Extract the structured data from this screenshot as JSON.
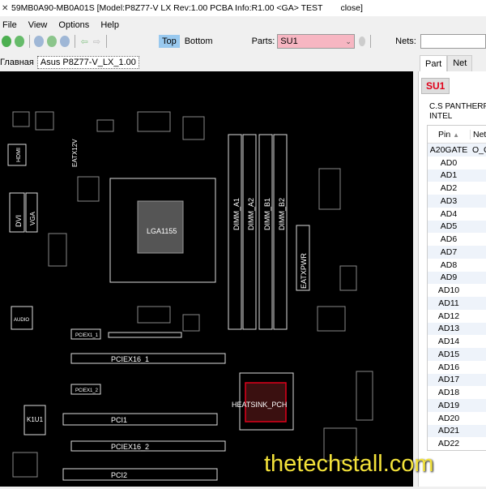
{
  "window": {
    "title": "59MB0A90-MB0A01S [Model:P8Z77-V LX Rev:1.00 PCBA Info:R1.00 <GA> TEST",
    "close_label": "close]"
  },
  "menu": [
    "File",
    "View",
    "Options",
    "Help"
  ],
  "toolbar": {
    "top_label": "Top",
    "bottom_label": "Bottom",
    "parts_label": "Parts:",
    "parts_value": "SU1",
    "nets_label": "Nets:",
    "nets_value": ""
  },
  "doc_tabs": {
    "home": "Главная",
    "board": "Asus P8Z77-V_LX_1.00"
  },
  "panel": {
    "tabs": [
      "Part",
      "Net"
    ],
    "part_name": "SU1",
    "desc_line1": "C.S PANTHERPOINT",
    "desc_line2": "INTEL",
    "col_pin": "Pin",
    "col_net": "Net",
    "sort_icon": "sort-ascending",
    "rows": [
      {
        "pin": "A20GATE",
        "net": "O_G"
      },
      {
        "pin": "AD0",
        "net": ""
      },
      {
        "pin": "AD1",
        "net": ""
      },
      {
        "pin": "AD2",
        "net": ""
      },
      {
        "pin": "AD3",
        "net": ""
      },
      {
        "pin": "AD4",
        "net": ""
      },
      {
        "pin": "AD5",
        "net": ""
      },
      {
        "pin": "AD6",
        "net": ""
      },
      {
        "pin": "AD7",
        "net": ""
      },
      {
        "pin": "AD8",
        "net": ""
      },
      {
        "pin": "AD9",
        "net": ""
      },
      {
        "pin": "AD10",
        "net": ""
      },
      {
        "pin": "AD11",
        "net": ""
      },
      {
        "pin": "AD12",
        "net": ""
      },
      {
        "pin": "AD13",
        "net": ""
      },
      {
        "pin": "AD14",
        "net": ""
      },
      {
        "pin": "AD15",
        "net": ""
      },
      {
        "pin": "AD16",
        "net": ""
      },
      {
        "pin": "AD17",
        "net": ""
      },
      {
        "pin": "AD18",
        "net": ""
      },
      {
        "pin": "AD19",
        "net": ""
      },
      {
        "pin": "AD20",
        "net": ""
      },
      {
        "pin": "AD21",
        "net": ""
      },
      {
        "pin": "AD22",
        "net": ""
      }
    ]
  },
  "board": {
    "labels": {
      "cpu": "LGA1155",
      "dimm_a1": "DIMM_A1",
      "dimm_a2": "DIMM_A2",
      "dimm_b1": "DIMM_B1",
      "dimm_b2": "DIMM_B2",
      "eatxpwr": "EATXPWR",
      "eatx12v": "EATX12V",
      "pciex16_1": "PCIEX16_1",
      "pciex16_2": "PCIEX16_2",
      "pci1": "PCI1",
      "pci2": "PCI2",
      "pciex1_1": "PCIEX1_1",
      "pciex1_2": "PCIEX1_2",
      "heatsink": "HEATSINK_PCH",
      "hdmi": "HDMI",
      "dvi": "DVI",
      "vga": "VGA",
      "audio": "AUDIO",
      "k1u1": "K1U1"
    },
    "highlight_color": "#e0001a"
  },
  "watermark": "thetechstall.com"
}
